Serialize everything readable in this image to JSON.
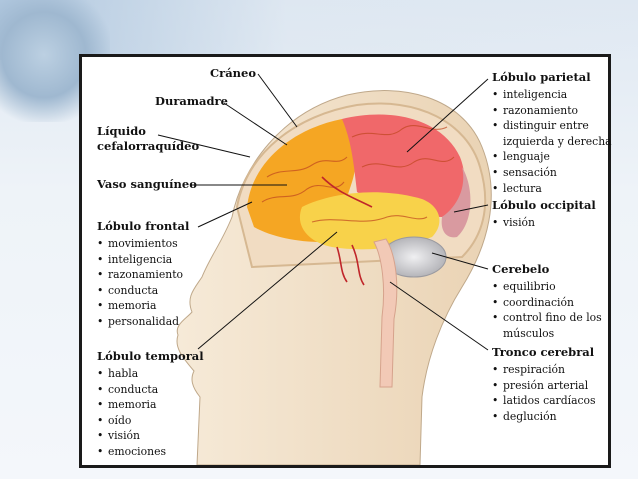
{
  "labels": {
    "craneo": "Cráneo",
    "duramadre": "Duramadre",
    "liquido_line1": "Líquido",
    "liquido_line2": "cefalorraquídeo",
    "vaso": "Vaso sanguíneo"
  },
  "sections": {
    "frontal": {
      "title": "Lóbulo frontal",
      "items": [
        "movimientos",
        "inteligencia",
        "razonamiento",
        "conducta",
        "memoria",
        "personalidad"
      ]
    },
    "temporal": {
      "title": "Lóbulo temporal",
      "items": [
        "habla",
        "conducta",
        "memoria",
        "oído",
        "visión",
        "emociones"
      ]
    },
    "parietal": {
      "title": "Lóbulo parietal",
      "items": [
        "inteligencia",
        "razonamiento",
        "distinguir entre",
        "izquierda y derecha",
        "lenguaje",
        "sensación",
        "lectura"
      ]
    },
    "occipital": {
      "title": "Lóbulo occipital",
      "items": [
        "visión"
      ]
    },
    "cerebelo": {
      "title": "Cerebelo",
      "items": [
        "equilibrio",
        "coordinación",
        "control fino de los",
        "músculos"
      ]
    },
    "tronco": {
      "title": "Tronco cerebral",
      "items": [
        "respiración",
        "presión arterial",
        "latidos cardíacos",
        "deglución"
      ]
    }
  },
  "colors": {
    "frontal_lobe": "#f5a623",
    "parietal_lobe": "#f0686a",
    "temporal_lobe": "#f8d24a",
    "occipital_lobe": "#d99aa0",
    "cerebellum": "#cfcfd2",
    "skin": "#f3e3cc",
    "leader_line": "#111111"
  }
}
